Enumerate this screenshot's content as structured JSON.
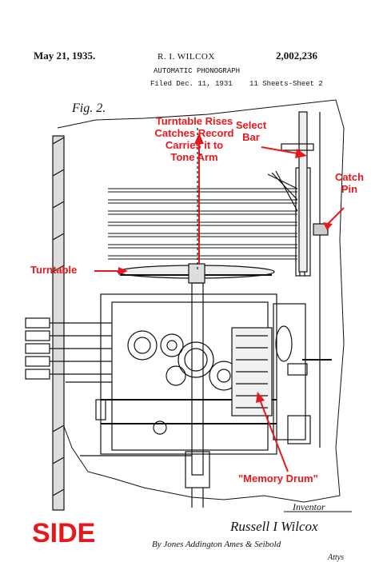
{
  "header": {
    "date": "May 21, 1935.",
    "inventor": "R. I. WILCOX",
    "patent_number": "2,002,236",
    "title": "AUTOMATIC PHONOGRAPH",
    "filed": "Filed Dec. 11, 1931",
    "sheets": "11 Sheets-Sheet 2"
  },
  "figure": {
    "label": "Fig. 2."
  },
  "annotations": {
    "turntable_rises": "Turntable Rises\nCatches Record\nCarries it to\nTone Arm",
    "select_bar": "Select\nBar",
    "catch_pin": "Catch\nPin",
    "turntable": "Turntable",
    "memory_drum": "\"Memory Drum\"",
    "side": "SIDE"
  },
  "signature": {
    "inventor_label": "Inventor",
    "inventor_name": "Russell I Wilcox",
    "attorneys": "By Jones Addington Ames & Seibold",
    "attys": "Attys"
  },
  "colors": {
    "annotation": "#e8171c",
    "ink": "#111111"
  }
}
